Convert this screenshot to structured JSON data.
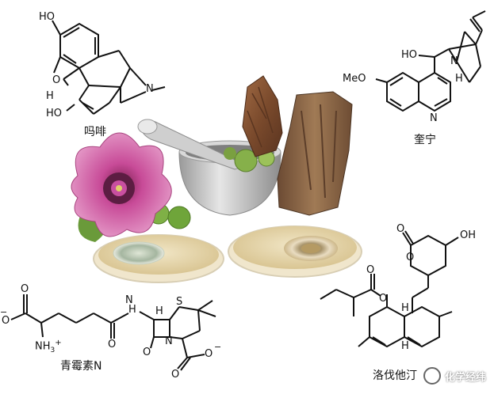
{
  "molecules": {
    "morphine": {
      "name": "吗啡",
      "atoms": {
        "ho_top": "HO",
        "o_bridge": "O",
        "h": "H",
        "n": "N",
        "ho_bottom": "HO"
      }
    },
    "quinine": {
      "name": "奎宁",
      "atoms": {
        "ho": "HO",
        "h": "H",
        "n_ring": "N",
        "meo": "MeO",
        "n_quin": "N"
      }
    },
    "penicillin": {
      "name": "青霉素N",
      "atoms": {
        "o_minus": "O",
        "minus1": "−",
        "o_acid": "O",
        "nh3": "NH",
        "nh3_sub": "3",
        "plus": "+",
        "nh": "N",
        "nh_h": "H",
        "o_amide": "O",
        "s": "S",
        "h": "H",
        "n": "N",
        "o_lactam": "O",
        "o_carb": "O",
        "o_minus2": "O",
        "minus2": "−"
      }
    },
    "lovastatin": {
      "name": "洛伐他汀",
      "atoms": {
        "o_lactone_co": "O",
        "o_lactone": "O",
        "oh": "OH",
        "o_ester_co": "O",
        "o_ester": "O",
        "h1": "H",
        "h2": "H"
      }
    }
  },
  "watermark": {
    "text": "化学经纬"
  },
  "colors": {
    "bond": "#111111",
    "petal": "#c94fa0",
    "bark": "#8a5a3a",
    "mortar": "#b9b9b9",
    "dish": "#e8d9a8"
  }
}
